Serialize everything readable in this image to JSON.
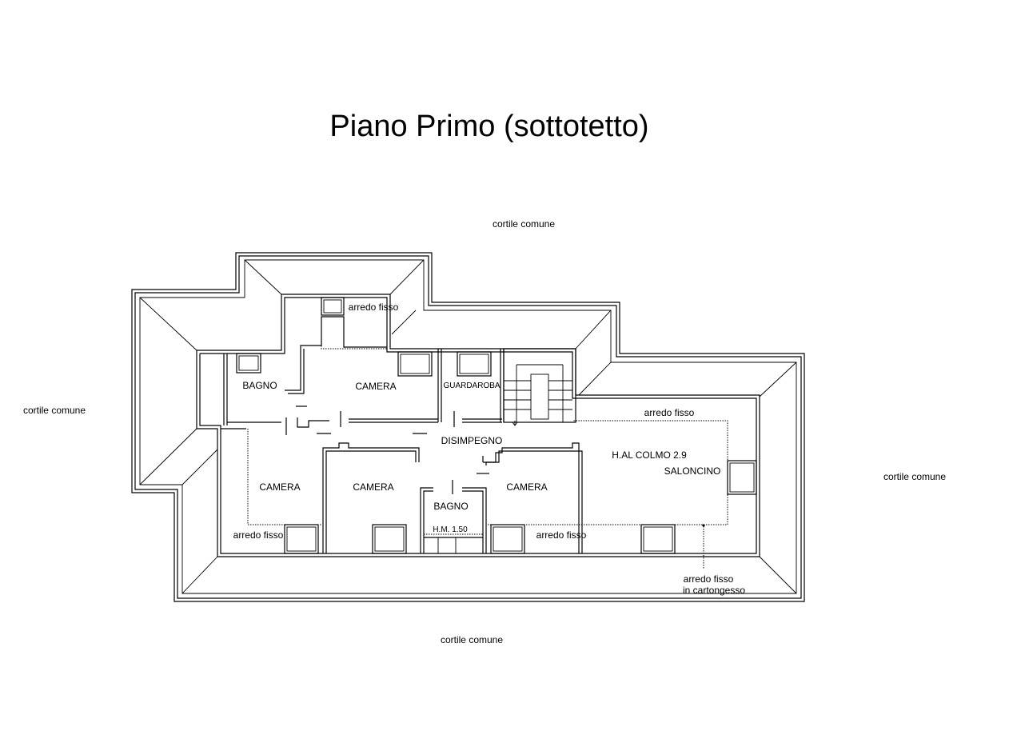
{
  "title": "Piano Primo (sottotetto)",
  "surroundings": {
    "north": "cortile comune",
    "west": "cortile comune",
    "east": "cortile comune",
    "south": "cortile comune"
  },
  "rooms": {
    "bagno_upper": "BAGNO",
    "camera_upper": "CAMERA",
    "guardaroba": "GUARDAROBA",
    "disimpegno": "DISIMPEGNO",
    "camera_left": "CAMERA",
    "camera_mid": "CAMERA",
    "bagno_lower": "BAGNO",
    "camera_right": "CAMERA",
    "saloncino": "SALONCINO"
  },
  "notes": {
    "arredo_top": "arredo fisso",
    "arredo_right": "arredo fisso",
    "arredo_bottom_left": "arredo fisso",
    "arredo_bottom_mid": "arredo fisso",
    "arredo_cartongesso_1": "arredo fisso",
    "arredo_cartongesso_2": "in cartongesso",
    "height_colmo": "H.AL COLMO 2.9",
    "height_bagno": "H.M. 1.50"
  }
}
